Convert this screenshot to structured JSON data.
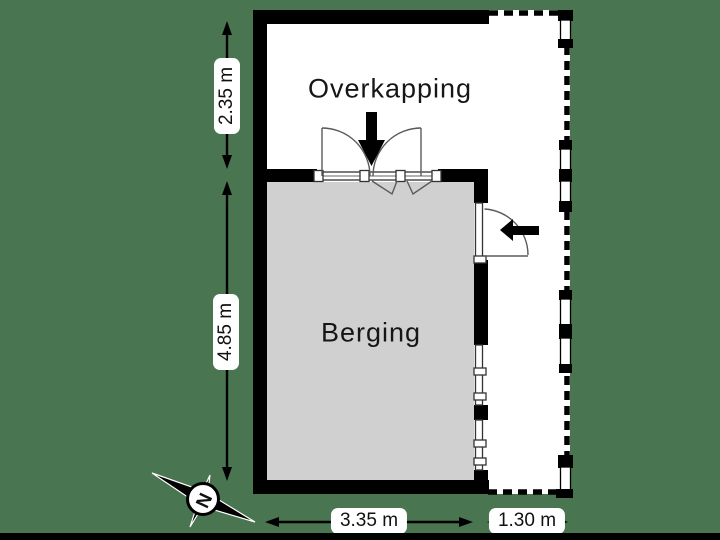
{
  "plan": {
    "rooms": [
      {
        "id": "overkapping",
        "label": "Overkapping"
      },
      {
        "id": "berging",
        "label": "Berging"
      }
    ],
    "compass": {
      "label": "N"
    },
    "dimensions": {
      "left_top": "2.35 m",
      "left_bottom": "4.85 m",
      "bottom_left": "3.35 m",
      "bottom_right": "1.30 m"
    },
    "colors": {
      "background": "#4a7551",
      "floor": "#d0d0d0",
      "wall": "#000000",
      "label_bg": "#ffffff",
      "line": "#000000"
    }
  }
}
